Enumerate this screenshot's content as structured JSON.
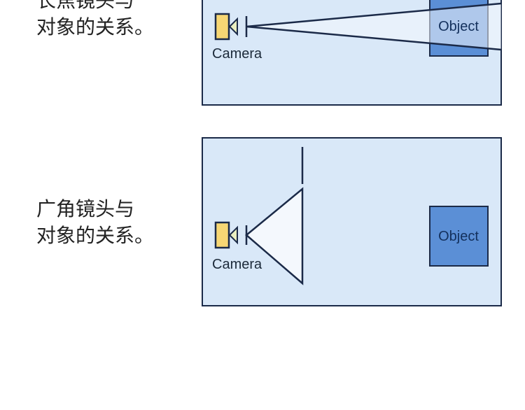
{
  "telephoto": {
    "caption_line1": "长焦镜头与",
    "caption_line2": "对象的关系。",
    "camera_label": "Camera",
    "object_label": "Object"
  },
  "wide_angle": {
    "caption_line1": "广角镜头与",
    "caption_line2": "对象的关系。",
    "camera_label": "Camera",
    "object_label": "Object"
  },
  "colors": {
    "panel": "#d9e8f8",
    "object": "#5b8fd6",
    "camera_body": "#f7d774",
    "stroke": "#1b2a48"
  }
}
